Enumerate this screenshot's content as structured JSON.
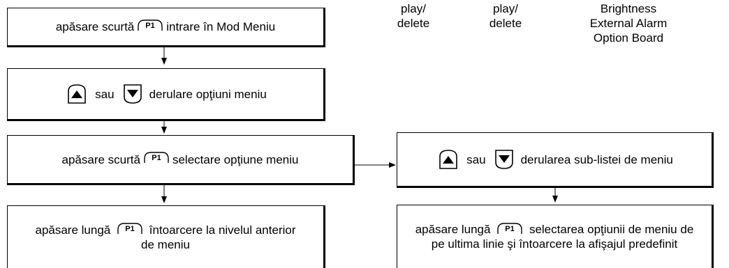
{
  "top_fragments": {
    "col1": [
      "play/",
      "delete"
    ],
    "col2": [
      "play/",
      "delete"
    ],
    "col3": [
      "Brightness",
      "External Alarm",
      "Option Board"
    ]
  },
  "keys": {
    "p1": "P1"
  },
  "boxes": {
    "b1": {
      "pre": "apăsare scurtă",
      "post": "intrare în Mod Meniu"
    },
    "b2": {
      "mid": "sau",
      "post": "derulare opţiuni meniu"
    },
    "b3": {
      "pre": "apăsare scurtă",
      "post": "selectare opţiune meniu"
    },
    "b4": {
      "pre": "apăsare lungă",
      "post": "întoarcere la nivelul anterior de meniu"
    },
    "b5": {
      "mid": "sau",
      "post": "derularea sub-listei de meniu"
    },
    "b6": {
      "pre": "apăsare lungă",
      "post": "selectarea opţiunii de meniu de pe ultima linie şi întoarcere la afişajul predefinit"
    }
  }
}
